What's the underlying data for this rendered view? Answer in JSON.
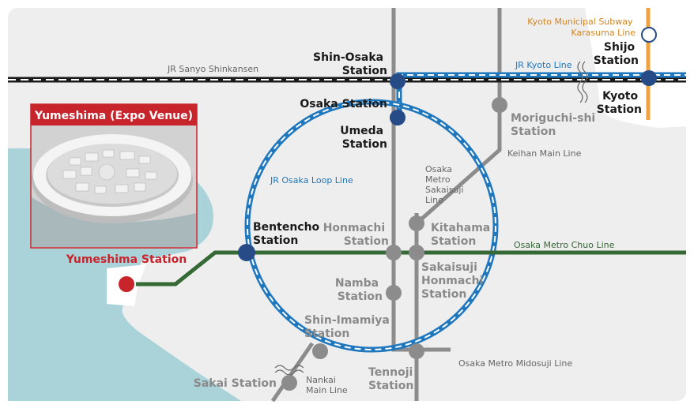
{
  "colors": {
    "land": "#eeeeee",
    "sea": "#a9d3d8",
    "jr_blue": "#1f77bd",
    "station_blue": "#274b86",
    "subway_gray": "#8c8c8c",
    "chuo_green": "#356935",
    "karasuma_orange": "#f0a23c",
    "expo_red": "#c8242c"
  },
  "expo": {
    "title": "Yumeshima (Expo Venue)",
    "station": "Yumeshima Station"
  },
  "lines": {
    "shinkansen": "JR Sanyo Shinkansen",
    "kyoto_line": "JR Kyoto Line",
    "karasuma": [
      "Kyoto Municipal Subway",
      "Karasuma Line"
    ],
    "loop": "JR Osaka Loop Line",
    "keihan": "Keihan Main Line",
    "sakaisuji": [
      "Osaka",
      "Metro",
      "Sakaisuji",
      "Line"
    ],
    "chuo": "Osaka Metro Chuo Line",
    "midosuji": "Osaka Metro Midosuji Line",
    "nankai": [
      "Nankai",
      "Main Line"
    ]
  },
  "stations": {
    "shin_osaka": [
      "Shin-Osaka",
      "Station"
    ],
    "osaka": "Osaka Station",
    "umeda": [
      "Umeda",
      "Station"
    ],
    "moriguchi": [
      "Moriguchi-shi",
      "Station"
    ],
    "shijo": [
      "Shijo",
      "Station"
    ],
    "kyoto": [
      "Kyoto",
      "Station"
    ],
    "bentencho": [
      "Bentencho",
      "Station"
    ],
    "honmachi": [
      "Honmachi",
      "Station"
    ],
    "kitahama": [
      "Kitahama",
      "Station"
    ],
    "sakaisuji_honmachi": [
      "Sakaisuji",
      "Honmachi",
      "Station"
    ],
    "namba": [
      "Namba",
      "Station"
    ],
    "shin_imamiya": [
      "Shin-Imamiya",
      "Station"
    ],
    "tennoji": [
      "Tennoji",
      "Station"
    ],
    "sakai": "Sakai Station"
  }
}
